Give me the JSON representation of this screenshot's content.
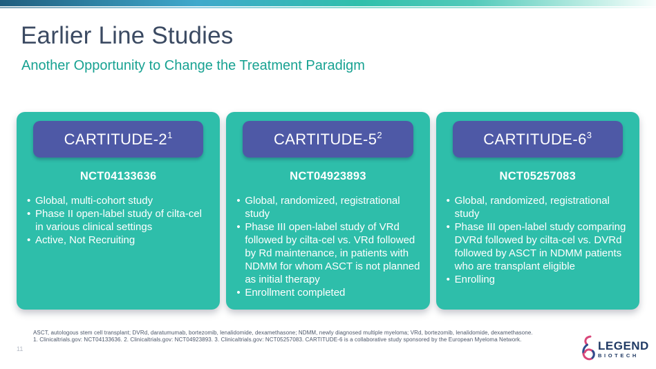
{
  "slide": {
    "title": "Earlier Line Studies",
    "subtitle": "Another Opportunity to Change the Treatment Paradigm",
    "page_number": "11"
  },
  "cards": [
    {
      "name": "CARTITUDE-2",
      "superscript": "1",
      "nct": "NCT04133636",
      "bullets": [
        "Global, multi-cohort study",
        "Phase II open-label study of cilta-cel in various clinical settings",
        "Active, Not Recruiting"
      ]
    },
    {
      "name": "CARTITUDE-5",
      "superscript": "2",
      "nct": "NCT04923893",
      "bullets": [
        "Global, randomized, registrational study",
        "Phase III open-label study of VRd followed by cilta-cel vs. VRd followed by Rd maintenance, in patients with NDMM for whom ASCT is not planned as initial therapy",
        "Enrollment completed"
      ]
    },
    {
      "name": "CARTITUDE-6",
      "superscript": "3",
      "nct": "NCT05257083",
      "bullets": [
        "Global, randomized, registrational study",
        "Phase III open-label study comparing DVRd followed by cilta-cel vs. DVRd followed by ASCT in NDMM patients who are transplant eligible",
        "Enrolling"
      ]
    }
  ],
  "footnotes": {
    "abbreviations": "ASCT, autologous stem cell transplant; DVRd, daratumumab, bortezomib, lenalidomide, dexamethasone; NDMM, newly diagnosed multiple myeloma; VRd, bortezomib, lenalidomide, dexamethasone.",
    "references": "1. Clinicaltrials.gov: NCT04133636.  2. Clinicaltrials.gov: NCT04923893. 3. Clinicaltrials.gov: NCT05257083. CARTITUDE-6 is a collaborative study sponsored by the European Myeloma Network."
  },
  "logo": {
    "wordmark": "LEGEND",
    "sub_wordmark": "BIOTECH"
  },
  "colors": {
    "card_teal": "#2EBEAA",
    "pill_indigo": "#4E59A6",
    "title_slate": "#3B4A62",
    "subtitle_teal": "#18A292",
    "footnote_gray": "#4A5568",
    "logo_navy": "#203A64",
    "logo_pink": "#D9477A",
    "logo_blue": "#2E4C8E"
  }
}
